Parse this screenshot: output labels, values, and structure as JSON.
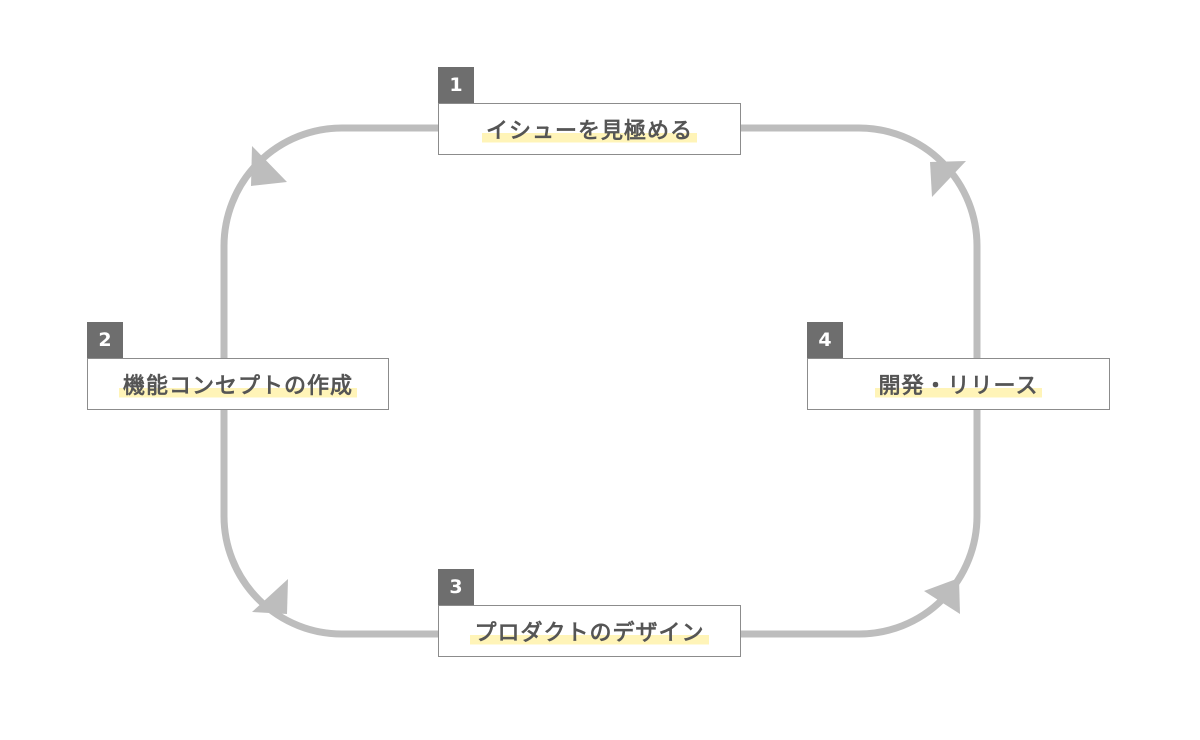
{
  "diagram": {
    "colors": {
      "loop": "#bdbdbd",
      "number_badge": "#6e6e6e",
      "box_border": "#8c8c8c",
      "highlight": "#fff4b8",
      "label_text": "#555555"
    },
    "steps": [
      {
        "number": "1",
        "label": "イシューを見極める"
      },
      {
        "number": "2",
        "label": "機能コンセプトの作成"
      },
      {
        "number": "3",
        "label": "プロダクトのデザイン"
      },
      {
        "number": "4",
        "label": "開発・リリース"
      }
    ]
  }
}
